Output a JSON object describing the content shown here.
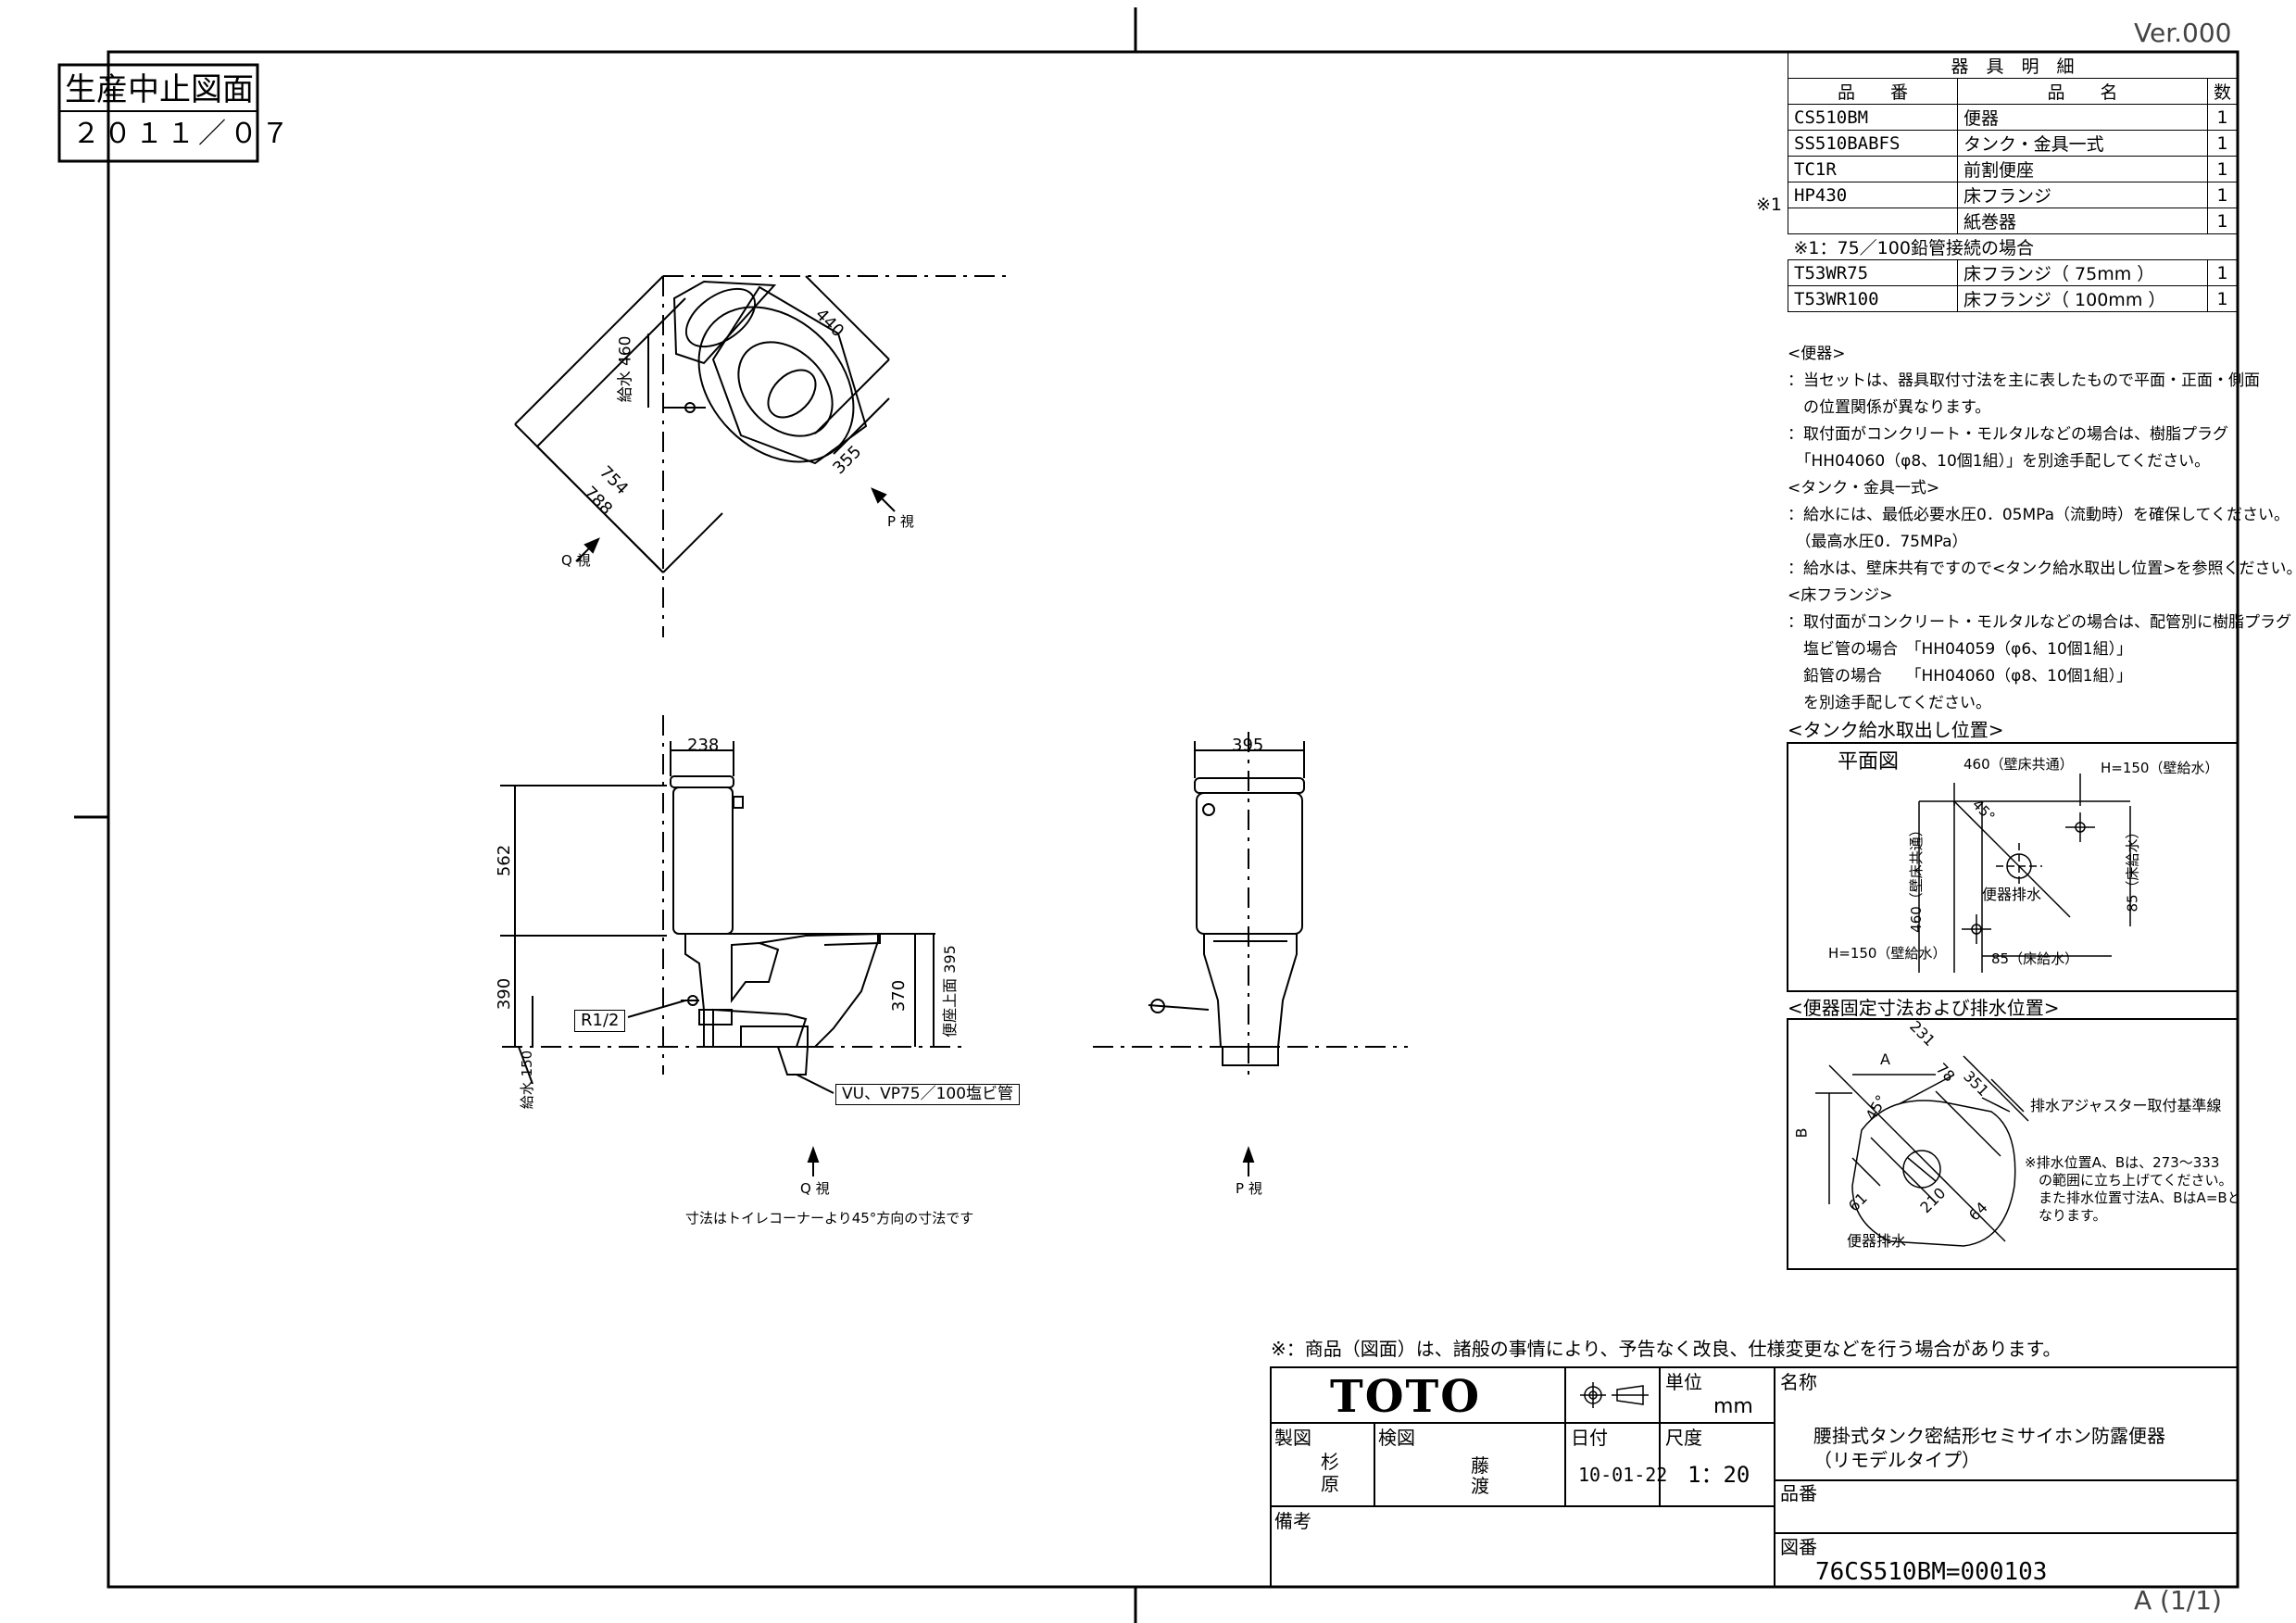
{
  "header": {
    "version": "Ver.000",
    "stamp_title": "生産中止図面",
    "stamp_date": "２０１１／０７",
    "sheet_no": "A (1/1)"
  },
  "parts": {
    "title": "器　具　明　細",
    "col_no": "品　　番",
    "col_name": "品　　名",
    "col_qty": "数",
    "rows": [
      {
        "mark": "",
        "no": "CS510BM",
        "name": "便器",
        "qty": "1"
      },
      {
        "mark": "",
        "no": "SS510BABFS",
        "name": "タンク・金具一式",
        "qty": "1"
      },
      {
        "mark": "",
        "no": "TC1R",
        "name": "前割便座",
        "qty": "1"
      },
      {
        "mark": "※1",
        "no": "HP430",
        "name": "床フランジ",
        "qty": "1"
      },
      {
        "mark": "",
        "no": "",
        "name": "紙巻器",
        "qty": "1"
      }
    ],
    "sub_note": "※1：75／100鉛管接続の場合",
    "sub_rows": [
      {
        "no": "T53WR75",
        "name": "床フランジ（ 75mm ）",
        "qty": "1"
      },
      {
        "no": "T53WR100",
        "name": "床フランジ（ 100mm ）",
        "qty": "1"
      }
    ]
  },
  "notes": [
    "<便器>",
    "：当セットは、器具取付寸法を主に表したもので平面・正面・側面",
    "　の位置関係が異なります。",
    "：取付面がコンクリート・モルタルなどの場合は、樹脂プラグ",
    "　「HH04060（φ8、10個1組）」を別途手配してください。",
    "<タンク・金具一式>",
    "：給水には、最低必要水圧0．05MPa（流動時）を確保してください。",
    "　（最高水圧0．75MPa）",
    "：給水は、壁床共有ですので<タンク給水取出し位置>を参照ください。",
    "<床フランジ>",
    "：取付面がコンクリート・モルタルなどの場合は、配管別に樹脂プラグ",
    "　塩ビ管の場合　「HH04059（φ6、10個1組）」",
    "　鉛管の場合　　「HH04060（φ8、10個1組）」",
    "　を別途手配してください。"
  ],
  "tank_section": {
    "title": "<タンク給水取出し位置>",
    "plan_label": "平面図",
    "dim_460_wall": "460（壁床共通）",
    "dim_h150_wall_top": "H=150（壁給水）",
    "dim_45": "45°",
    "dim_460_vert": "460（壁床共通）",
    "drain_label": "便器排水",
    "dim_85_floor_v": "85（床給水）",
    "dim_h150_wall_bottom": "H=150（壁給水）",
    "dim_85_floor_h": "85（床給水）"
  },
  "fix_section": {
    "title": "<便器固定寸法および排水位置>",
    "dim_a": "A",
    "dim_b": "B",
    "dim_231": "231",
    "dim_78": "78",
    "dim_351": "351",
    "dim_45": "45°",
    "dim_210": "210",
    "dim_64": "64",
    "dim_61": "61",
    "adjuster_label": "排水アジャスター取付基準線",
    "drain_label": "便器排水",
    "note_lines": [
      "※排水位置A、Bは、273～333",
      "　の範囲に立ち上げてください。",
      "　また排水位置寸法A、BはA=Bと",
      "　なります。"
    ]
  },
  "plan_view": {
    "dim_460": "給水 460",
    "dim_440": "440",
    "dim_355": "355",
    "dim_754": "754",
    "dim_788": "788",
    "p_label": "P 視",
    "q_label": "Q 視"
  },
  "front_view": {
    "dim_238": "238",
    "dim_562": "562",
    "dim_390": "390",
    "dim_370": "370",
    "dim_395": "便座上面 395",
    "dim_150": "給水 150",
    "r_label": "R1/2",
    "pipe_label": "VU、VP75／100塩ビ管",
    "q_label": "Q 視",
    "caption": "寸法はトイレコーナーより45°方向の寸法です"
  },
  "side_view": {
    "dim_395": "395",
    "p_label": "P 視"
  },
  "disclaimer": "※：商品（図面）は、諸般の事情により、予告なく改良、仕様変更などを行う場合があります。",
  "title_block": {
    "logo": "TOTO",
    "unit_label": "単位",
    "unit_value": "mm",
    "name_label": "名称",
    "name_line1": "腰掛式タンク密結形セミサイホン防露便器",
    "name_line2": "（リモデルタイプ）",
    "drawn_label": "製図",
    "drawn_by1": "杉",
    "drawn_by2": "原",
    "checked_label": "検図",
    "checked_by1": "藤",
    "checked_by2": "渡",
    "date_label": "日付",
    "date_value": "10-01-22",
    "scale_label": "尺度",
    "scale_value": "1：20",
    "part_label": "品番",
    "remarks_label": "備考",
    "drawing_no_label": "図番",
    "drawing_no": "76CS510BM=000103"
  }
}
